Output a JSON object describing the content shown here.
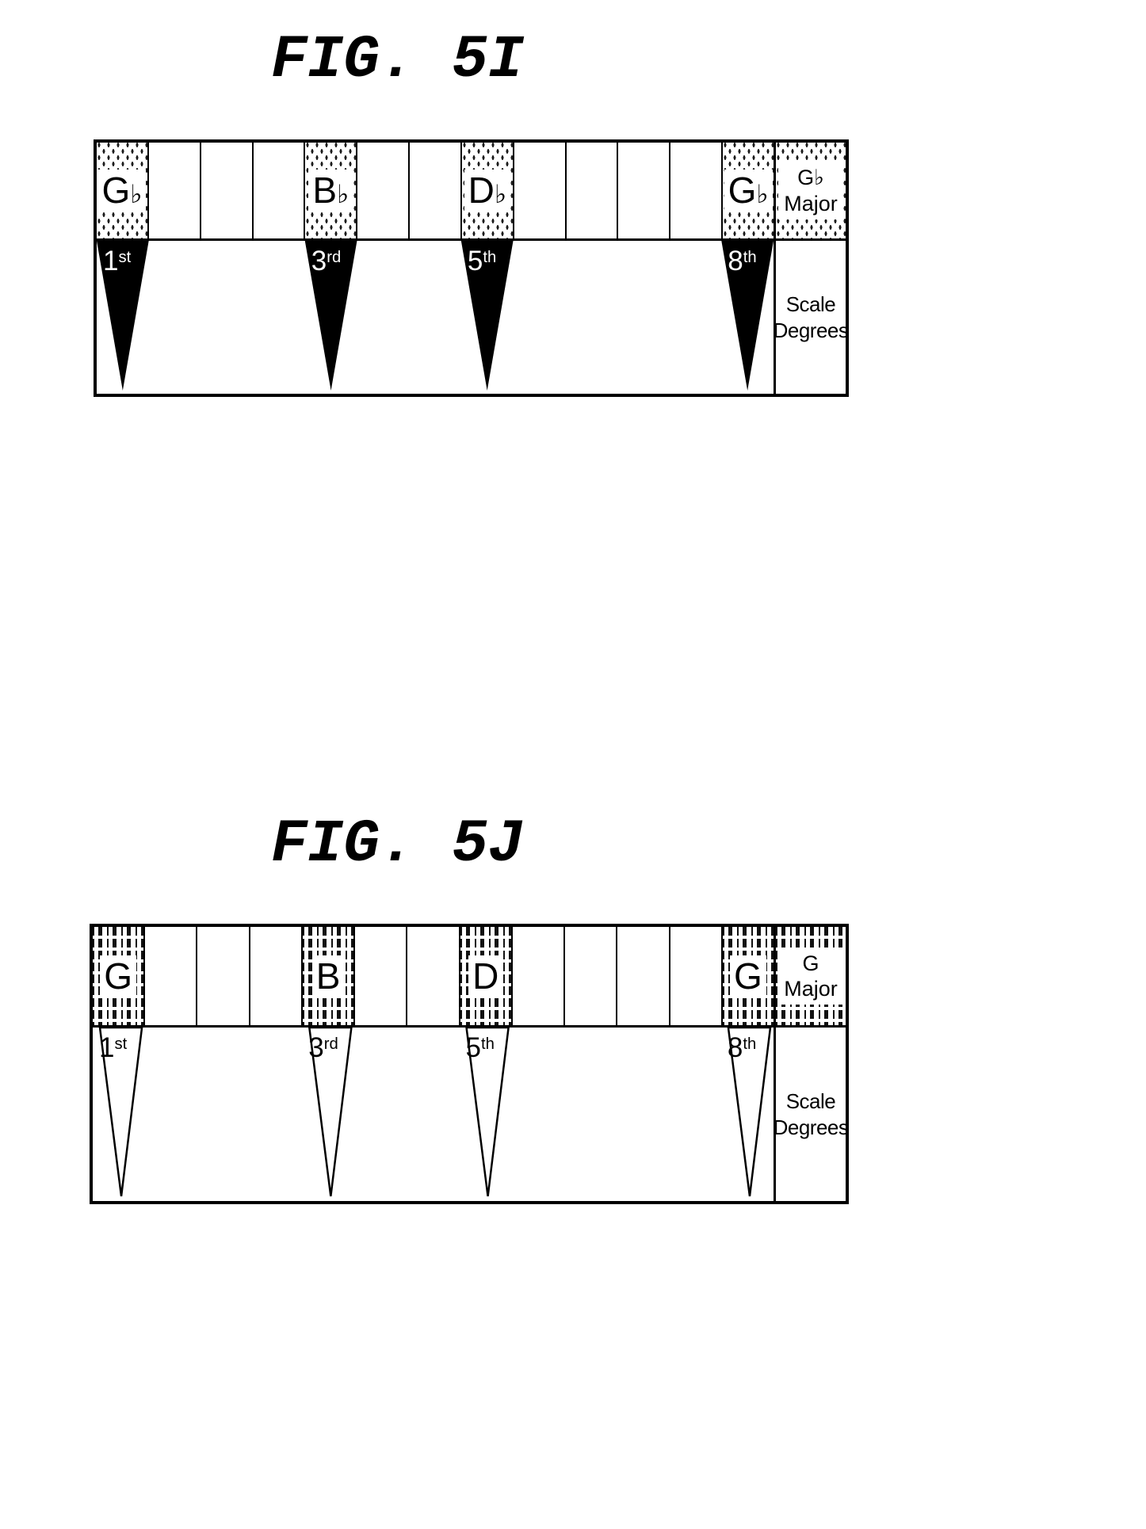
{
  "document": {
    "type": "patent-figure-sheet",
    "background_color": "#ffffff",
    "ink_color": "#000000"
  },
  "figures": [
    {
      "id": "5i",
      "title": "FIG. 5I",
      "key": {
        "line1": "G♭",
        "line2": "Major"
      },
      "degrees_caption": {
        "line1": "Scale",
        "line2": "Degrees"
      },
      "cell_pattern": "stipple-dots",
      "triangle_style": "solid-black",
      "num_cells": 13,
      "marked_cells": [
        {
          "index": 0,
          "letter": "G",
          "accidental": "♭",
          "degree": "1",
          "suffix": "st"
        },
        {
          "index": 4,
          "letter": "B",
          "accidental": "♭",
          "degree": "3",
          "suffix": "rd"
        },
        {
          "index": 7,
          "letter": "D",
          "accidental": "♭",
          "degree": "5",
          "suffix": "th"
        },
        {
          "index": 12,
          "letter": "G",
          "accidental": "♭",
          "degree": "8",
          "suffix": "th"
        }
      ]
    },
    {
      "id": "5j",
      "title": "FIG. 5J",
      "key": {
        "line1": "G",
        "line2": "Major"
      },
      "degrees_caption": {
        "line1": "Scale",
        "line2": "Degrees"
      },
      "cell_pattern": "vertical-stripes",
      "triangle_style": "outline-white",
      "num_cells": 13,
      "marked_cells": [
        {
          "index": 0,
          "letter": "G",
          "accidental": "",
          "degree": "1",
          "suffix": "st"
        },
        {
          "index": 4,
          "letter": "B",
          "accidental": "",
          "degree": "3",
          "suffix": "rd"
        },
        {
          "index": 7,
          "letter": "D",
          "accidental": "",
          "degree": "5",
          "suffix": "th"
        },
        {
          "index": 12,
          "letter": "G",
          "accidental": "",
          "degree": "8",
          "suffix": "th"
        }
      ]
    }
  ]
}
